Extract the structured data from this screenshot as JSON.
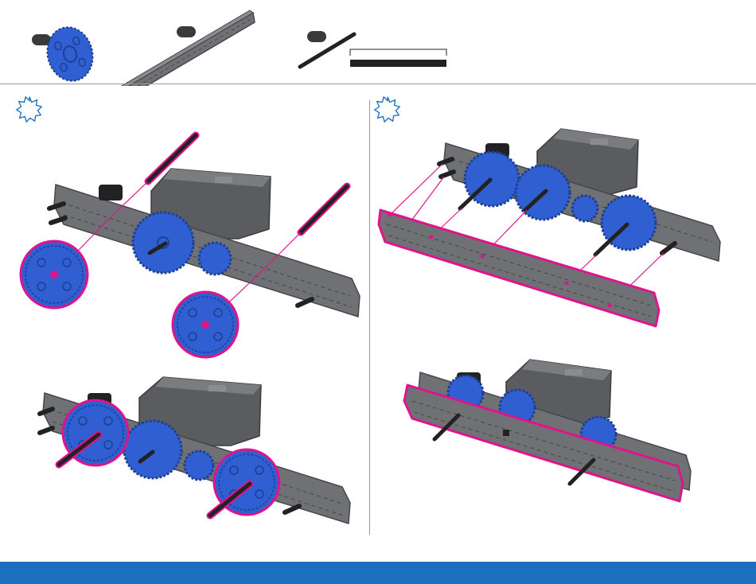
{
  "colors": {
    "gear_blue": "#2f5fd0",
    "gear_blue_dark": "#1d3f94",
    "highlight_magenta": "#e0138c",
    "beam_gray": "#6f7175",
    "beam_gray_dark": "#45474b",
    "motor_gray": "#5a5c60",
    "shaft_black": "#222222",
    "footer_blue": "#1a6fbf",
    "divider_gray": "#9a9a9a",
    "badge_dark": "#3a3a3a"
  },
  "parts": [
    {
      "id": "gear",
      "icon": "gear-icon",
      "qty_badge": ""
    },
    {
      "id": "beam",
      "icon": "beam-icon",
      "qty_badge": ""
    },
    {
      "id": "shaft",
      "icon": "shaft-icon",
      "qty_badge": ""
    }
  ],
  "steps": [
    {
      "id": "step-left",
      "marker_icon": "step-starburst-icon"
    },
    {
      "id": "step-right",
      "marker_icon": "step-starburst-icon"
    }
  ]
}
